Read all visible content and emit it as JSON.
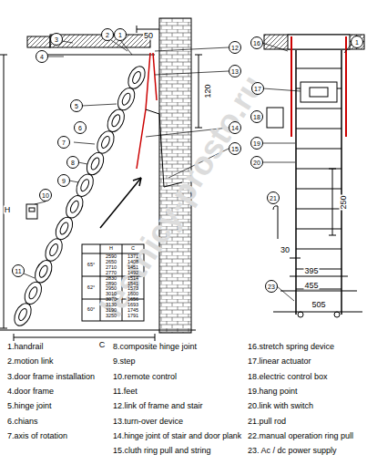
{
  "diagram": {
    "labels": [
      "1",
      "2",
      "3",
      "4",
      "5",
      "6",
      "7",
      "8",
      "9",
      "10",
      "11",
      "12",
      "13",
      "14",
      "15",
      "16",
      "1",
      "17",
      "18",
      "19",
      "20",
      "21",
      "23",
      "50",
      "120",
      "H",
      "C",
      "250",
      "30",
      "395",
      "455",
      "505",
      "H",
      "C",
      "65°",
      "62°",
      "60°",
      "2590",
      "1371",
      "2650",
      "1408",
      "2710",
      "1451",
      "2770",
      "1492",
      "2830",
      "1514",
      "2890",
      "1541",
      "2950",
      "1573",
      "3010",
      "1600",
      "3070",
      "1656",
      "3130",
      "1693",
      "3190",
      "1745",
      "3250",
      "1791",
      "1.handrail",
      "2.motion link",
      "3.door frame installation",
      "4.door frame",
      "5.hinge joint",
      "6.chians",
      "7.axis of rotation",
      "8.composite hinge joint",
      "9.step",
      "10.remote control",
      "11.feet",
      "12.link of frame and stair",
      "13.turn-over device",
      "14.hinge joint of stair and door plank",
      "15.cluth ring pull and string",
      "16.stretch spring device",
      "17.linear actuator",
      "18.electric control box",
      "19.hang point",
      "20.link with switch",
      "21.pull rod",
      "22.manual operation ring pull",
      "23. Ac / dc power supply",
      "lestnicy-prosto.ru"
    ]
  }
}
